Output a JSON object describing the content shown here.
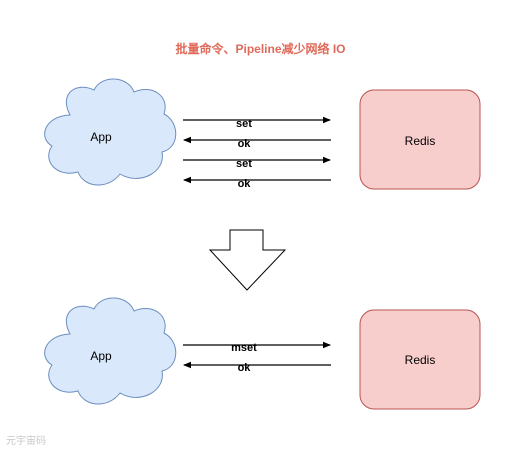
{
  "title": "批量命令、Pipeline减少网络 IO",
  "colors": {
    "title": "#e06a5a",
    "cloud_fill": "#dae8fc",
    "cloud_stroke": "#6c8ebf",
    "redis_fill": "#f8cecc",
    "redis_stroke": "#b85450",
    "arrow": "#000000"
  },
  "top_section": {
    "app_label": "App",
    "redis_label": "Redis",
    "messages": [
      {
        "label": "set",
        "direction": "to-redis"
      },
      {
        "label": "ok",
        "direction": "to-app"
      },
      {
        "label": "set",
        "direction": "to-redis"
      },
      {
        "label": "ok",
        "direction": "to-app"
      }
    ]
  },
  "transition_icon": "down-arrow-icon",
  "bottom_section": {
    "app_label": "App",
    "redis_label": "Redis",
    "messages": [
      {
        "label": "mset",
        "direction": "to-redis"
      },
      {
        "label": "ok",
        "direction": "to-app"
      }
    ]
  },
  "watermark": "元宇宙码"
}
